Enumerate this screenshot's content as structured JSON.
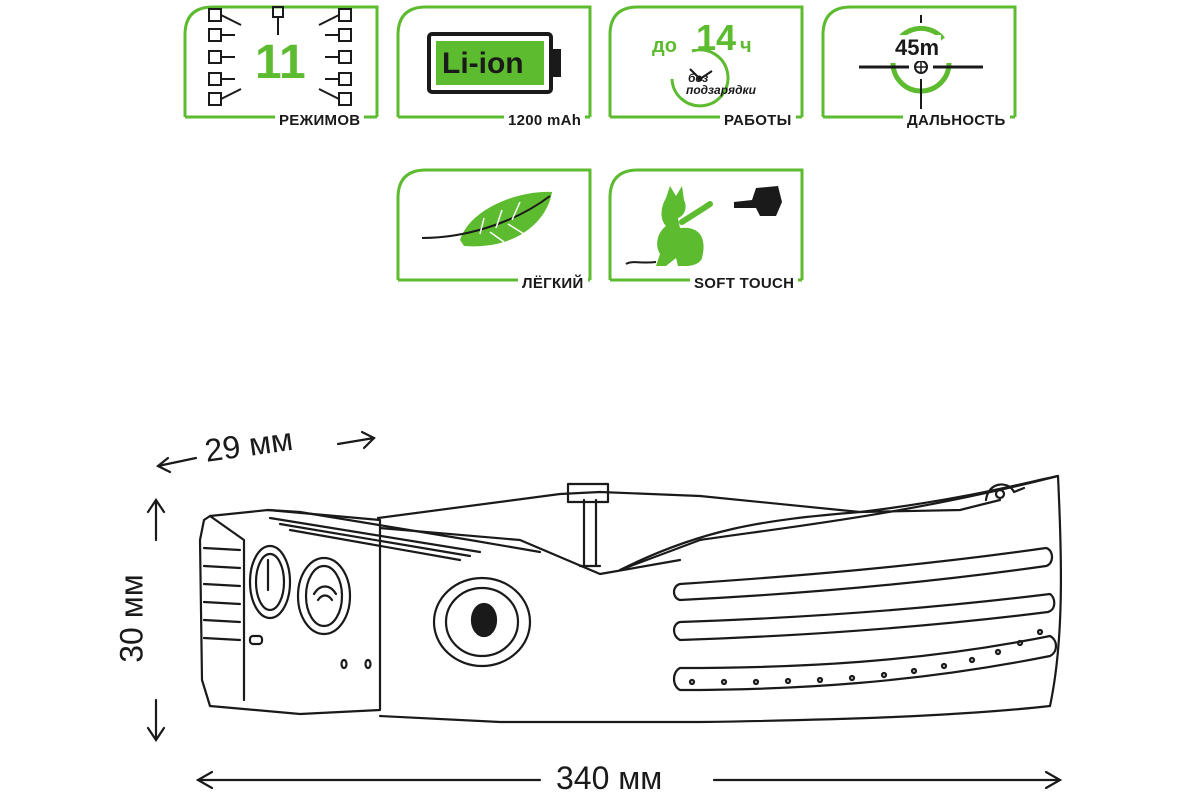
{
  "colors": {
    "accent": "#5dbb30",
    "ink": "#1a1a1a",
    "background": "#ffffff"
  },
  "features": {
    "modes": {
      "number": "11",
      "label": "РЕЖИМОВ",
      "icon": "mode-tree-icon"
    },
    "battery": {
      "type": "Li-ion",
      "label": "1200 mAh",
      "icon": "battery-icon"
    },
    "runtime": {
      "prefix": "до",
      "hours": "14",
      "unit": "ч",
      "line1": "без",
      "line2": "подзарядки",
      "label": "РАБОТЫ",
      "icon": "clock-icon"
    },
    "range": {
      "distance": "45m",
      "label": "ДАЛЬНОСТЬ",
      "icon": "crosshair-icon"
    },
    "light": {
      "label": "ЛЁГКИЙ",
      "icon": "feather-icon"
    },
    "soft_touch": {
      "label": "SOFT TOUCH",
      "icon": "cat-and-hand-icon"
    }
  },
  "dimensions": {
    "depth": "29 мм",
    "height": "30 мм",
    "width": "340 мм"
  }
}
